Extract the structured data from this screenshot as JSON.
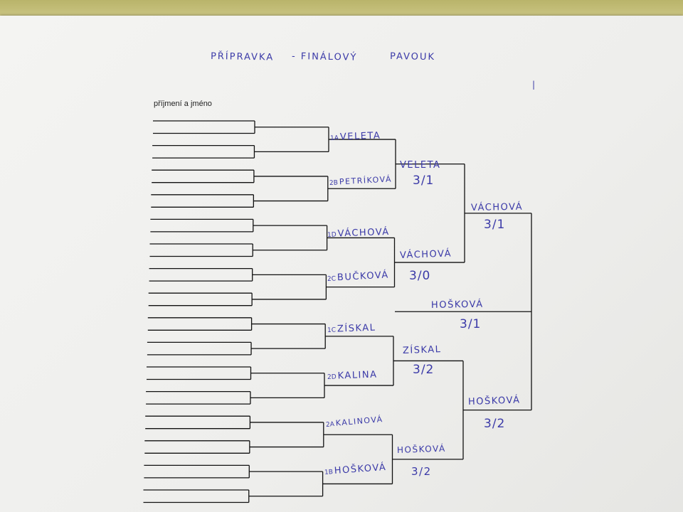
{
  "sheet": {
    "title_parts": [
      "PŘÍPRAVKA",
      "- FINÁLOVÝ",
      "PAVOUK"
    ],
    "column_header": "příjmení a jméno"
  },
  "round1": [
    {
      "seed": "1A",
      "name": "VELETA"
    },
    {
      "seed": "2B",
      "name": "PETRÍKOVÁ"
    },
    {
      "seed": "1D",
      "name": "VÁCHOVÁ"
    },
    {
      "seed": "2C",
      "name": "BUČKOVÁ"
    },
    {
      "seed": "1C",
      "name": "ZÍSKAL"
    },
    {
      "seed": "2D",
      "name": "KALINA"
    },
    {
      "seed": "2A",
      "name": "KALINOVÁ"
    },
    {
      "seed": "1B",
      "name": "HOŠKOVÁ"
    }
  ],
  "round2": [
    {
      "name": "VELETA",
      "score": "3/1"
    },
    {
      "name": "VÁCHOVÁ",
      "score": "3/0"
    },
    {
      "name": "ZÍSKAL",
      "score": "3/2"
    },
    {
      "name": "HOŠKOVÁ",
      "score": "3/2"
    }
  ],
  "round3": [
    {
      "name": "VÁCHOVÁ",
      "score": "3/1"
    },
    {
      "name": "HOŠKOVÁ",
      "score": "3/2"
    }
  ],
  "final": {
    "name": "HOŠKOVÁ",
    "score": "3/1"
  },
  "colors": {
    "ink": "#3b3aa8",
    "print": "#111111",
    "paper": "#f1f1ef",
    "desk": "#c8c27a"
  }
}
